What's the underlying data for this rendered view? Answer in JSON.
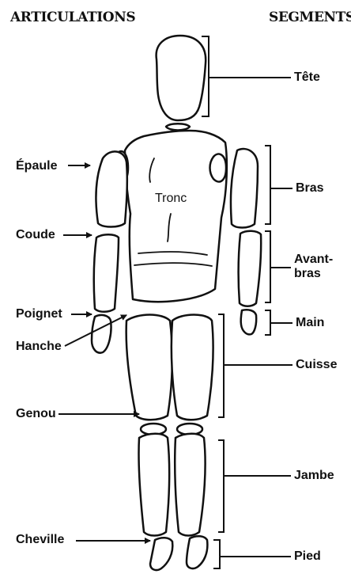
{
  "headers": {
    "left": "ARTICULATIONS",
    "right": "SEGMENTS"
  },
  "joints": [
    {
      "id": "epaule",
      "label": "Épaule"
    },
    {
      "id": "coude",
      "label": "Coude"
    },
    {
      "id": "poignet",
      "label": "Poignet"
    },
    {
      "id": "hanche",
      "label": "Hanche"
    },
    {
      "id": "genou",
      "label": "Genou"
    },
    {
      "id": "cheville",
      "label": "Cheville"
    }
  ],
  "segments": [
    {
      "id": "tete",
      "label": "Tête"
    },
    {
      "id": "bras",
      "label": "Bras"
    },
    {
      "id": "avant-bras",
      "label": "Avant-\nbras"
    },
    {
      "id": "main",
      "label": "Main"
    },
    {
      "id": "cuisse",
      "label": "Cuisse"
    },
    {
      "id": "jambe",
      "label": "Jambe"
    },
    {
      "id": "pied",
      "label": "Pied"
    }
  ],
  "body_label": "Tronc"
}
